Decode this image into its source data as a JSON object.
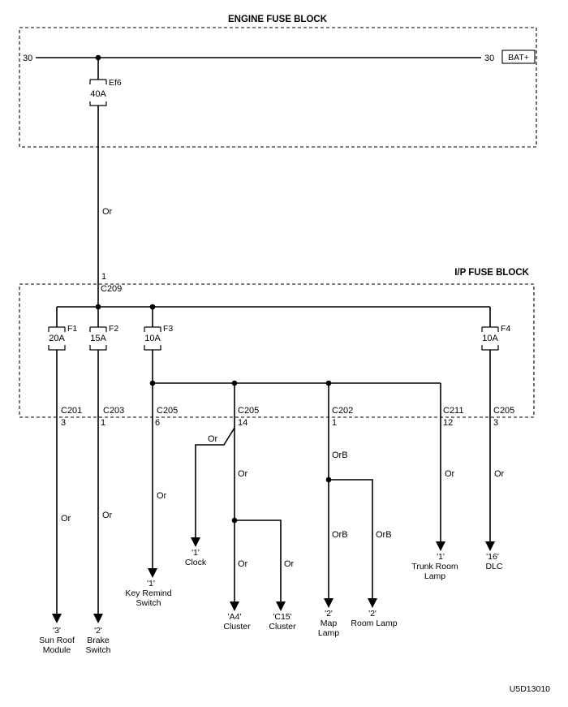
{
  "engine_block": {
    "title": "ENGINE FUSE BLOCK",
    "term_left": "30",
    "term_right": "30",
    "battery": "BAT+"
  },
  "ef6": {
    "name": "Ef6",
    "rating": "40A"
  },
  "feed_wire": "Or",
  "ip_block": {
    "title": "I/P FUSE BLOCK",
    "pin": "1",
    "connector": "C209"
  },
  "fuses": [
    {
      "name": "F1",
      "rating": "20A"
    },
    {
      "name": "F2",
      "rating": "15A"
    },
    {
      "name": "F3",
      "rating": "10A"
    },
    {
      "name": "F4",
      "rating": "10A"
    }
  ],
  "connectors": [
    {
      "name": "C201",
      "pin": "3"
    },
    {
      "name": "C203",
      "pin": "1"
    },
    {
      "name": "C205",
      "pin": "6"
    },
    {
      "name": "C205",
      "pin": "14"
    },
    {
      "name": "C202",
      "pin": "1"
    },
    {
      "name": "C211",
      "pin": "12"
    },
    {
      "name": "C205",
      "pin": "3"
    }
  ],
  "wires": {
    "sunroof": "Or",
    "brake": "Or",
    "key": "Or",
    "clock": "Or",
    "cluster_main": "Or",
    "a4": "Or",
    "c15": "Or",
    "map_main": "OrB",
    "map": "OrB",
    "room": "OrB",
    "trunk": "Or",
    "dlc": "Or"
  },
  "loads": {
    "sunroof": {
      "pin": "'3'",
      "line1": "Sun Roof",
      "line2": "Module"
    },
    "brake": {
      "pin": "'2'",
      "line1": "Brake",
      "line2": "Switch"
    },
    "key": {
      "pin": "'1'",
      "line1": "Key Remind",
      "line2": "Switch"
    },
    "clock": {
      "pin": "'1'",
      "line1": "Clock"
    },
    "a4": {
      "pin": "'A4'",
      "line1": "Cluster"
    },
    "c15": {
      "pin": "'C15'",
      "line1": "Cluster"
    },
    "map": {
      "pin": "'2'",
      "line1": "Map",
      "line2": "Lamp"
    },
    "room": {
      "pin": "'2'",
      "line1": "Room Lamp"
    },
    "trunk": {
      "pin": "'1'",
      "line1": "Trunk Room",
      "line2": "Lamp"
    },
    "dlc": {
      "pin": "'16'",
      "line1": "DLC"
    }
  },
  "diagram_id": "U5D13010"
}
